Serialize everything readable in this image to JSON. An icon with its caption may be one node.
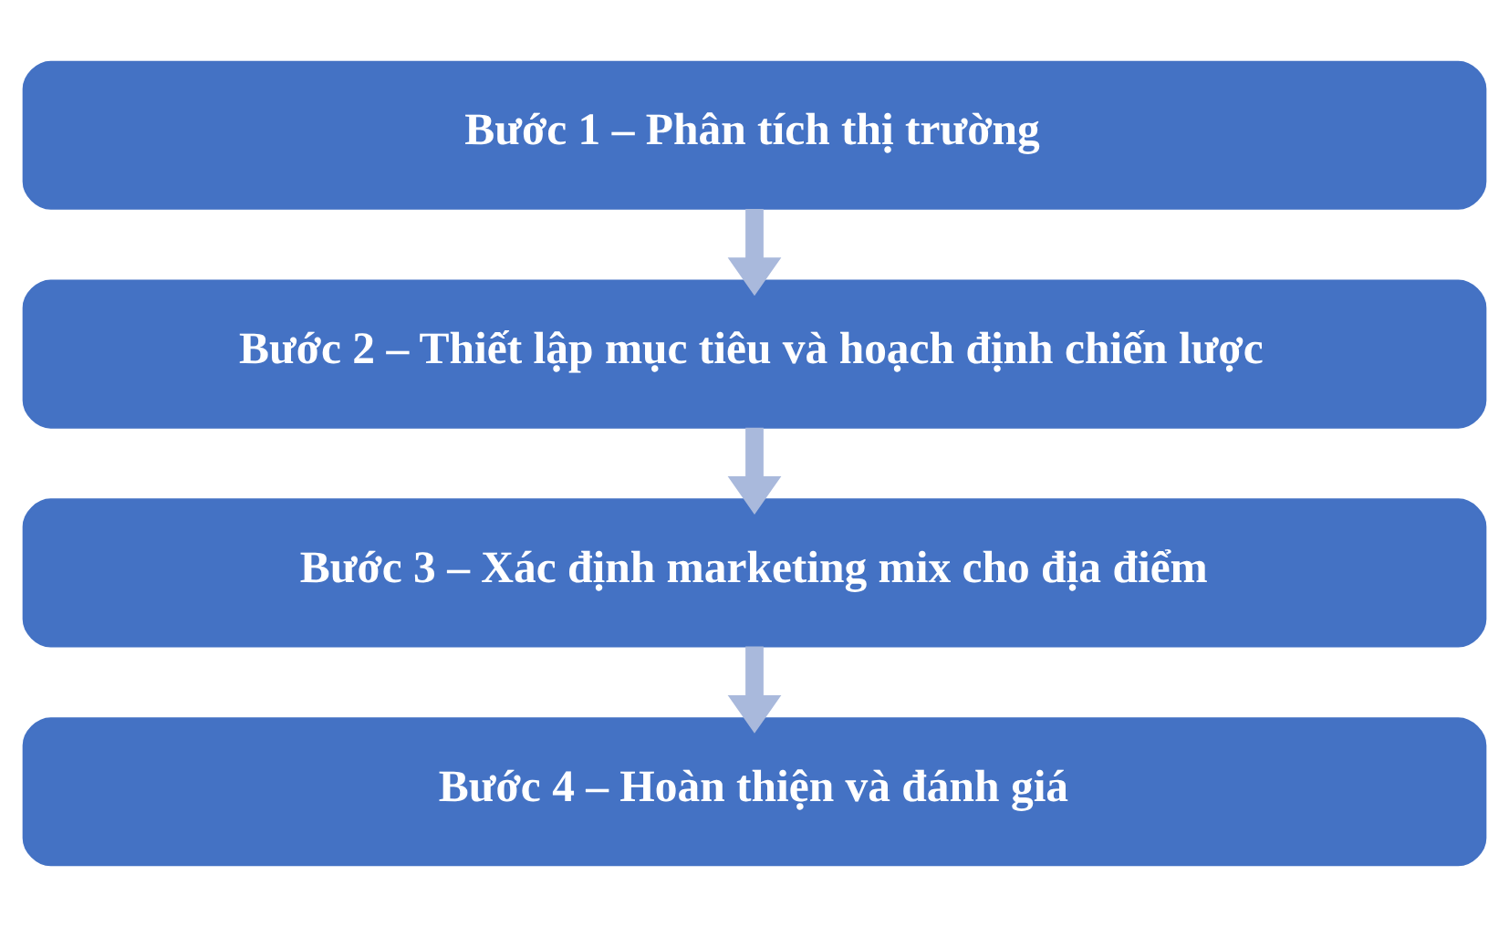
{
  "diagram": {
    "nodes": [
      {
        "text": [
          "Bước 1 – Phân tích thị trường"
        ]
      },
      {
        "text": [
          "Bước 2 – Thiết lập mục tiêu và hoạch định chiến lược"
        ]
      },
      {
        "text": [
          "Bước 3 – Xác định marketing mix cho địa điểm"
        ]
      },
      {
        "text": [
          "Bước 4 – Hoàn thiện và đánh giá"
        ]
      }
    ],
    "edges": [
      {
        "from": 0,
        "to": 1,
        "arrow": "to"
      },
      {
        "from": 1,
        "to": 2,
        "arrow": "to"
      },
      {
        "from": 2,
        "to": 3,
        "arrow": "to"
      }
    ]
  }
}
